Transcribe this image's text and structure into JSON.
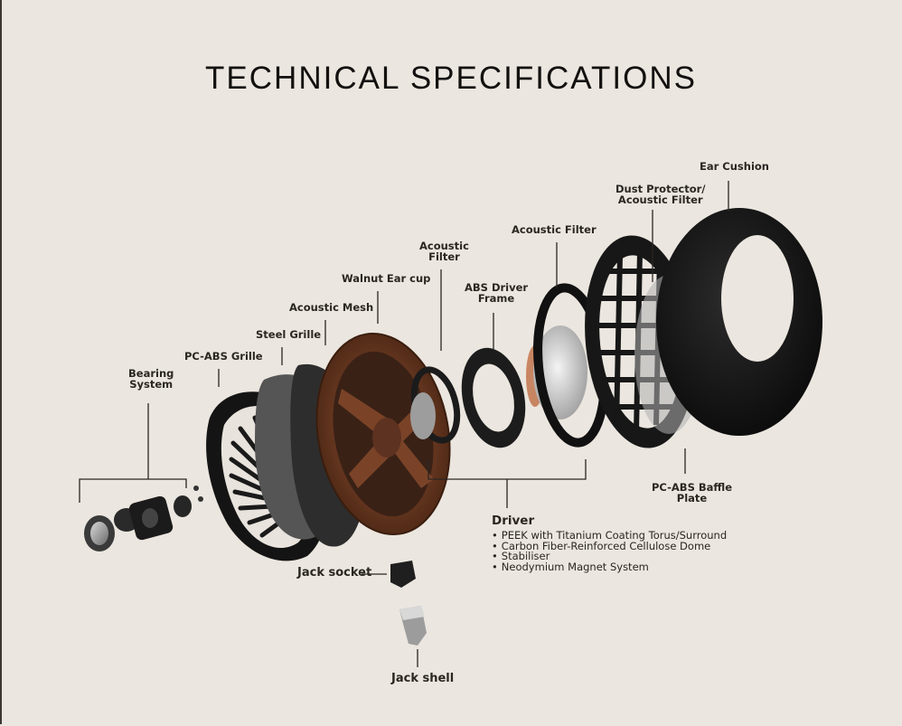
{
  "title": "TECHNICAL SPECIFICATIONS",
  "labels": {
    "bearing_system": [
      "Bearing",
      "System"
    ],
    "pc_abs_grille": "PC-ABS Grille",
    "steel_grille": "Steel Grille",
    "acoustic_mesh": "Acoustic Mesh",
    "walnut_ear_cup": "Walnut Ear cup",
    "acoustic_filter_1": [
      "Acoustic",
      "Filter"
    ],
    "abs_driver_frame": [
      "ABS Driver",
      "Frame"
    ],
    "acoustic_filter_2": "Acoustic Filter",
    "dust_protector": [
      "Dust Protector/",
      "Acoustic Filter"
    ],
    "ear_cushion": "Ear Cushion",
    "pc_abs_baffle": [
      "PC-ABS Baffle",
      "Plate"
    ],
    "jack_socket": "Jack socket",
    "jack_shell": "Jack shell"
  },
  "driver": {
    "heading": "Driver",
    "items": [
      "PEEK with Titanium Coating Torus/Surround",
      "Carbon Fiber-Reinforced Cellulose Dome",
      "Stabiliser",
      "Neodymium Magnet System"
    ]
  }
}
